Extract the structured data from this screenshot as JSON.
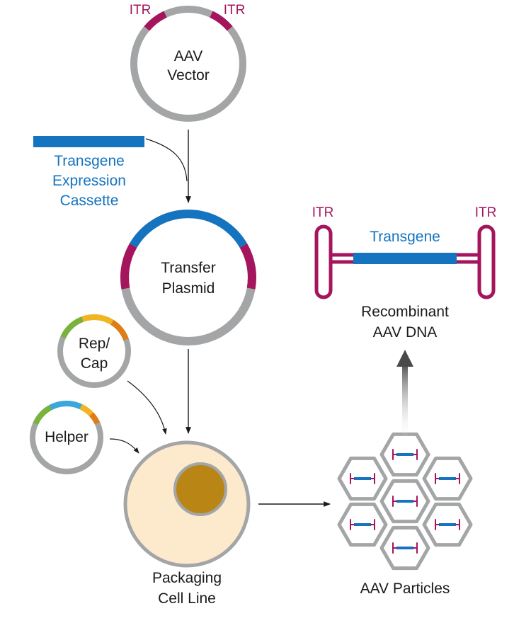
{
  "colors": {
    "gray": "#a3a5a6",
    "itr": "#a5155e",
    "transgene": "#1474bf",
    "green": "#7ab33b",
    "yellow": "#f2b51f",
    "orange": "#e07c15",
    "light_blue": "#3aa8dc",
    "cell": "#fde9cc",
    "nucleus": "#b98514"
  },
  "aav_vector": {
    "itr_left": "ITR",
    "itr_right": "ITR",
    "line1": "AAV",
    "line2": "Vector"
  },
  "cassette": {
    "line1": "Transgene",
    "line2": "Expression",
    "line3": "Cassette"
  },
  "transfer_plasmid": {
    "line1": "Transfer",
    "line2": "Plasmid"
  },
  "rep_cap": {
    "line1": "Rep/",
    "line2": "Cap"
  },
  "helper": {
    "label": "Helper"
  },
  "packaging": {
    "line1": "Packaging",
    "line2": "Cell Line"
  },
  "recombinant": {
    "itr_left": "ITR",
    "itr_right": "ITR",
    "transgene": "Transgene",
    "line1": "Recombinant",
    "line2": "AAV DNA"
  },
  "particles": {
    "label": "AAV Particles"
  }
}
